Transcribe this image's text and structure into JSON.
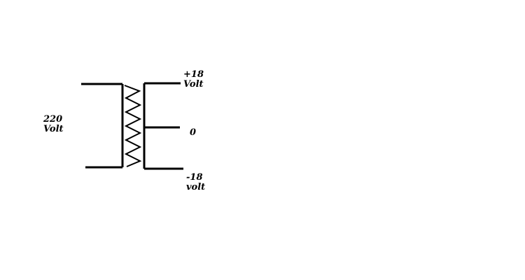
{
  "diagram": {
    "input_voltage": {
      "value": "220",
      "unit": "Volt"
    },
    "output_top": {
      "value": "+18",
      "unit": "Volt"
    },
    "output_center": {
      "value": "0"
    },
    "output_bottom": {
      "value": "-18",
      "unit": "volt"
    },
    "colors": {
      "line": "#000000",
      "background": "#ffffff"
    }
  }
}
